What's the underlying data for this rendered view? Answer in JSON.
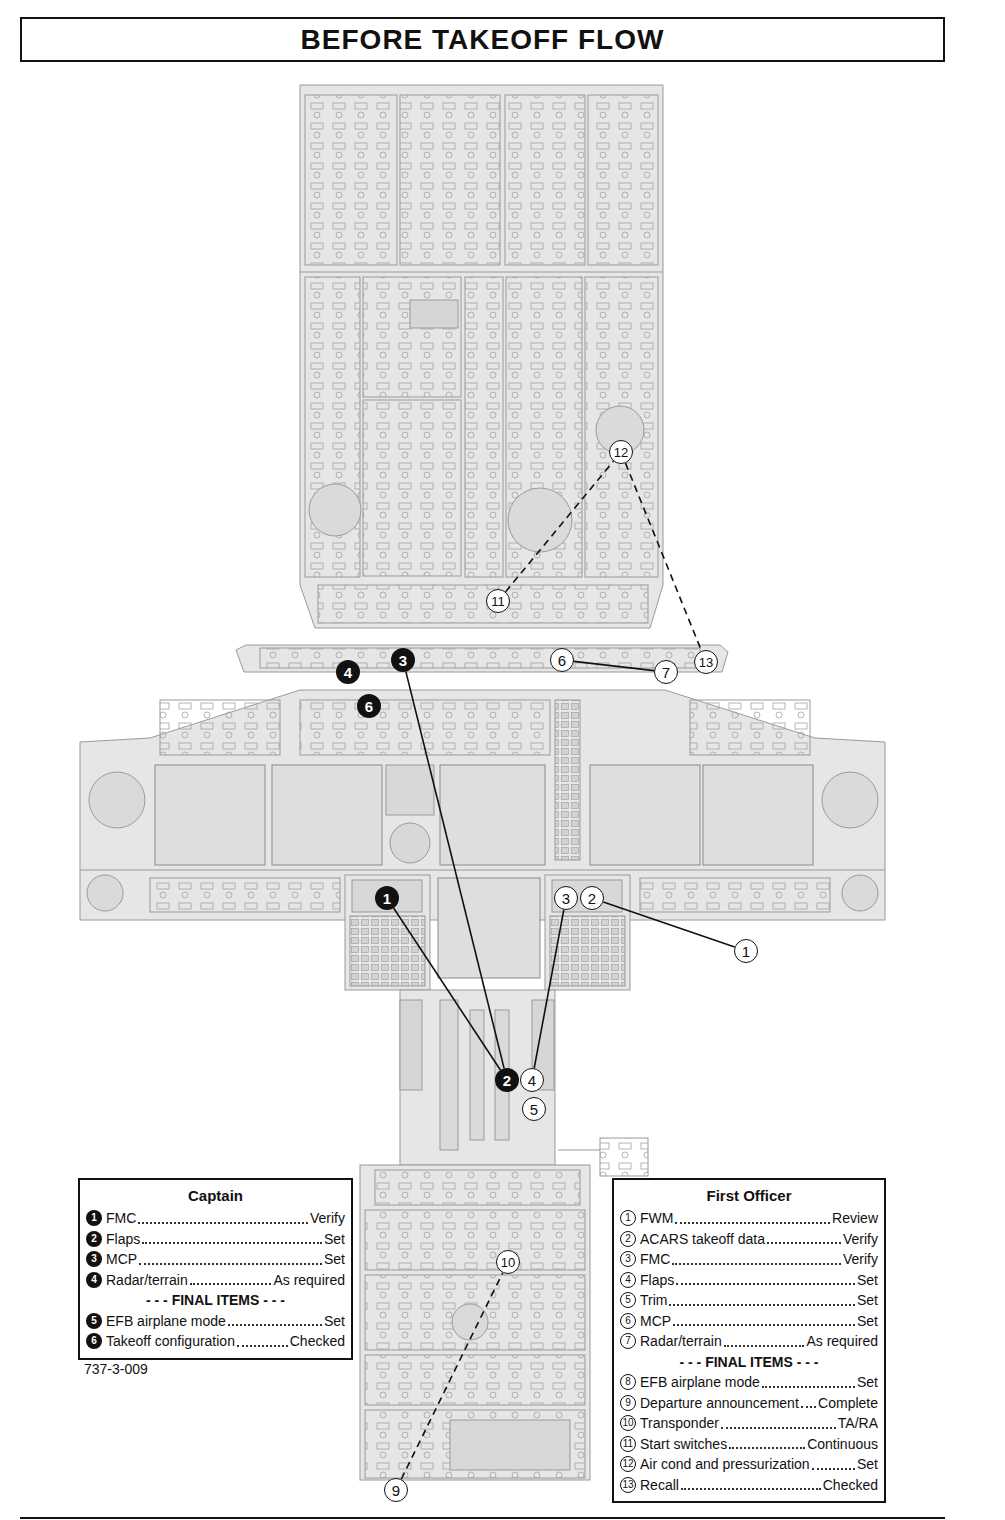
{
  "diagram": {
    "title": "BEFORE TAKEOFF FLOW",
    "nodes": [
      {
        "text": [
          "1"
        ]
      },
      {
        "text": [
          "2"
        ]
      },
      {
        "text": [
          "3"
        ]
      },
      {
        "text": [
          "4"
        ]
      },
      {
        "text": [
          "6"
        ]
      },
      {
        "text": [
          "1"
        ]
      },
      {
        "text": [
          "2"
        ]
      },
      {
        "text": [
          "3"
        ]
      },
      {
        "text": [
          "4"
        ]
      },
      {
        "text": [
          "5"
        ]
      },
      {
        "text": [
          "6"
        ]
      },
      {
        "text": [
          "7"
        ]
      },
      {
        "text": [
          "9"
        ]
      },
      {
        "text": [
          "10"
        ]
      },
      {
        "text": [
          "11"
        ]
      },
      {
        "text": [
          "12"
        ]
      },
      {
        "text": [
          "13"
        ]
      },
      {
        "text": [
          "Captain",
          "1",
          "FMC",
          "Verify",
          "2",
          "Flaps",
          "Set",
          "3",
          "MCP",
          "Set",
          "4",
          "Radar/terrain",
          "As required",
          "- - - FINAL ITEMS - - -",
          "5",
          "EFB airplane mode",
          "Set",
          "6",
          "Takeoff configuration",
          "Checked"
        ]
      },
      {
        "text": [
          "First Officer",
          "1",
          "FWM",
          "Review",
          "2",
          "ACARS takeoff data",
          "Verify",
          "3",
          "FMC",
          "Verify",
          "4",
          "Flaps",
          "Set",
          "5",
          "Trim",
          "Set",
          "6",
          "MCP",
          "Set",
          "7",
          "Radar/terrain",
          "As required",
          "- - - FINAL ITEMS - - -",
          "8",
          "EFB airplane mode",
          "Set",
          "9",
          "Departure announcement",
          "Complete",
          "10",
          "Transponder",
          "TA/RA",
          "11",
          "Start switches",
          "Continuous",
          "12",
          "Air cond and pressurization",
          "Set",
          "13",
          "Recall",
          "Checked"
        ]
      }
    ],
    "edges": [
      {
        "from": 0,
        "to": 1,
        "arrow": "none"
      },
      {
        "from": 1,
        "to": 2,
        "arrow": "none"
      },
      {
        "from": 5,
        "to": 6,
        "arrow": "none"
      },
      {
        "from": 7,
        "to": 8,
        "arrow": "none"
      },
      {
        "from": 10,
        "to": 11,
        "arrow": "none"
      },
      {
        "from": 12,
        "to": 13,
        "arrow": "none"
      },
      {
        "from": 14,
        "to": 15,
        "arrow": "none"
      },
      {
        "from": 15,
        "to": 16,
        "arrow": "none"
      }
    ],
    "labels": [
      "737-3-009"
    ]
  }
}
